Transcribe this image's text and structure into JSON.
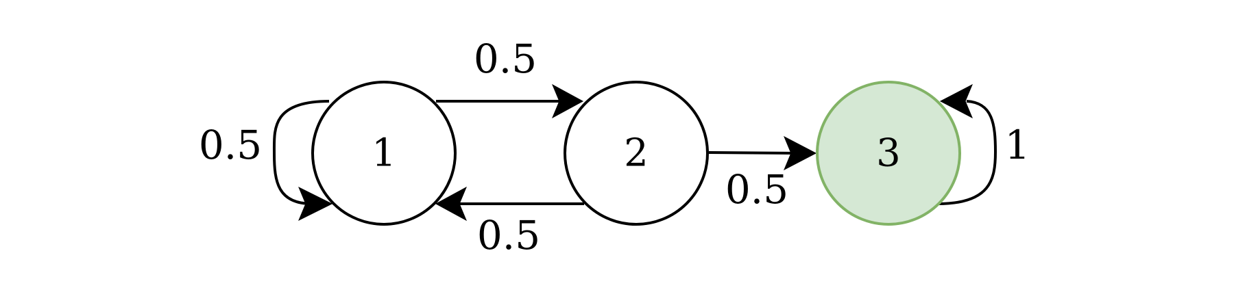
{
  "colors": {
    "stroke": "#000000",
    "node_fill": "#ffffff",
    "absorbing_fill": "#d5e8d4",
    "absorbing_stroke": "#82b366"
  },
  "nodes": [
    {
      "id": "1",
      "label": "1",
      "absorbing": false
    },
    {
      "id": "2",
      "label": "2",
      "absorbing": false
    },
    {
      "id": "3",
      "label": "3",
      "absorbing": true
    }
  ],
  "edges": [
    {
      "from": "1",
      "to": "1",
      "label": "0.5"
    },
    {
      "from": "1",
      "to": "2",
      "label": "0.5"
    },
    {
      "from": "2",
      "to": "1",
      "label": "0.5"
    },
    {
      "from": "2",
      "to": "3",
      "label": "0.5"
    },
    {
      "from": "3",
      "to": "3",
      "label": "1"
    }
  ]
}
